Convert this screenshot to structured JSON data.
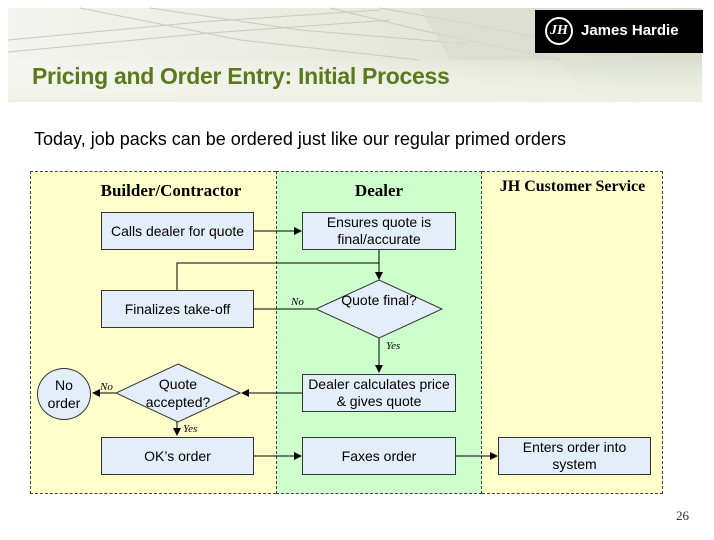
{
  "header": {
    "title": "Pricing and Order Entry: Initial Process",
    "logo_mark": "JH",
    "logo_text": "James Hardie"
  },
  "subtitle": "Today, job packs can be ordered just like our regular primed orders",
  "lanes": {
    "builder": "Builder/Contractor",
    "dealer": "Dealer",
    "jh": "JH Customer Service"
  },
  "nodes": {
    "calls_dealer": "Calls dealer for quote",
    "ensures_quote": "Ensures quote is final/accurate",
    "finalizes_takeoff": "Finalizes take-off",
    "quote_final": "Quote final?",
    "dealer_calculates": "Dealer calculates price & gives quote",
    "quote_accepted": "Quote accepted?",
    "no_order": "No order",
    "oks_order": "OK’s order",
    "faxes_order": "Faxes order",
    "enters_order": "Enters order into system"
  },
  "edge_labels": {
    "final_no": "No",
    "final_yes": "Yes",
    "accepted_no": "No",
    "accepted_yes": "Yes"
  },
  "page_number": "26",
  "colors": {
    "title_green": "#5b7a1c",
    "lane_yellow": "#ffffcc",
    "lane_green": "#ccffcc",
    "node_fill": "#e4eef8"
  }
}
